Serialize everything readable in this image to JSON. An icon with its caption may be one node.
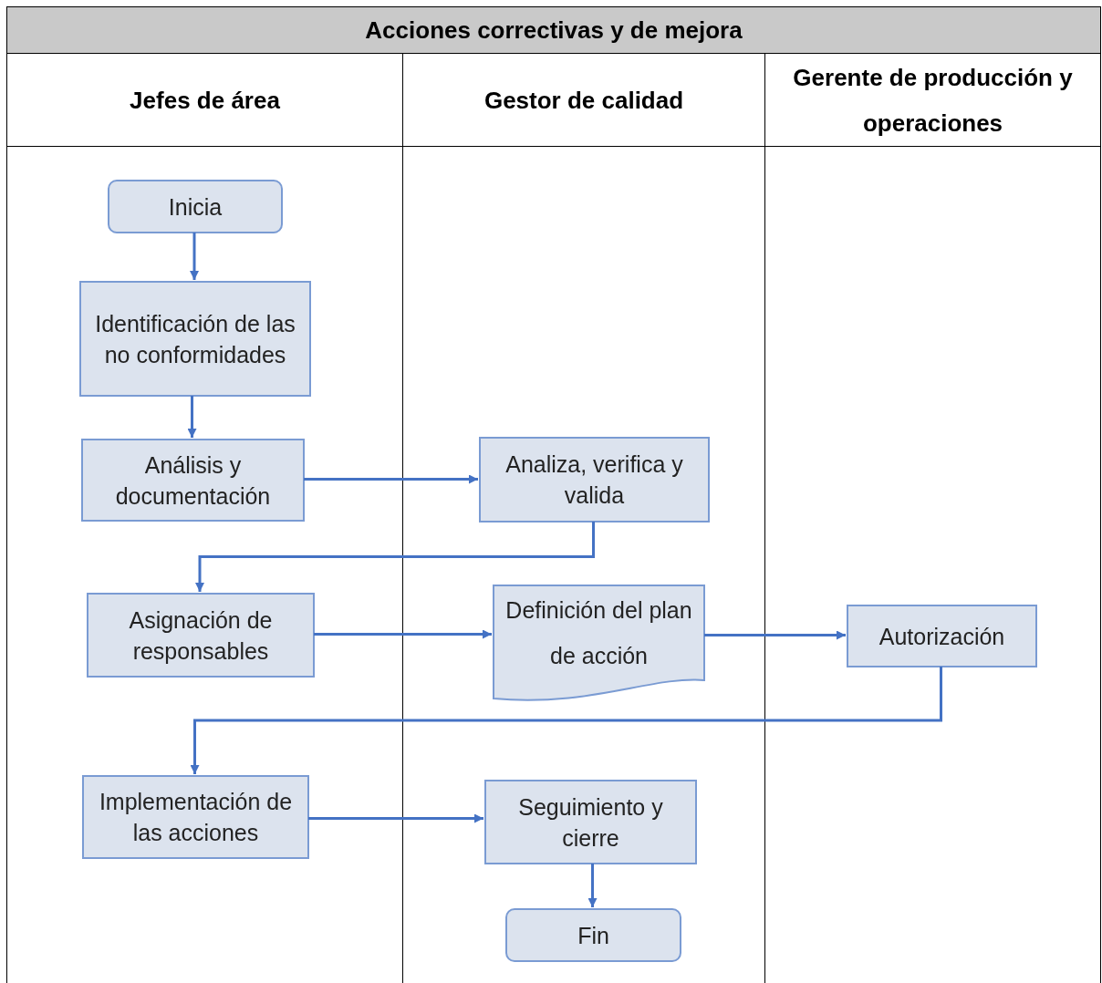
{
  "diagram": {
    "title": "Acciones correctivas y de mejora",
    "nodes": [
      {
        "text": [
          "Jefes de área"
        ]
      },
      {
        "text": [
          "Gestor de calidad"
        ]
      },
      {
        "text": [
          "Gerente de producción y operaciones"
        ]
      },
      {
        "text": [
          "Inicia"
        ],
        "in": 0
      },
      {
        "text": [
          "Identificación de las no conformidades"
        ],
        "in": 0
      },
      {
        "text": [
          "Análisis y documentación"
        ],
        "in": 0
      },
      {
        "text": [
          "Analiza, verifica y valida"
        ],
        "in": 1
      },
      {
        "text": [
          "Asignación de responsables"
        ],
        "in": 0
      },
      {
        "text": [
          "Definición del plan de acción"
        ],
        "in": 1
      },
      {
        "text": [
          "Autorización"
        ],
        "in": 2
      },
      {
        "text": [
          "Implementación de las acciones"
        ],
        "in": 0
      },
      {
        "text": [
          "Seguimiento y cierre"
        ],
        "in": 1
      },
      {
        "text": [
          "Fin"
        ],
        "in": 1
      }
    ],
    "edges": [
      {
        "from": 3,
        "to": 4,
        "arrow": "to"
      },
      {
        "from": 4,
        "to": 5,
        "arrow": "to"
      },
      {
        "from": 5,
        "to": 6,
        "arrow": "to"
      },
      {
        "from": 6,
        "to": 7,
        "arrow": "to"
      },
      {
        "from": 7,
        "to": 8,
        "arrow": "to"
      },
      {
        "from": 8,
        "to": 9,
        "arrow": "to"
      },
      {
        "from": 9,
        "to": 10,
        "arrow": "to"
      },
      {
        "from": 10,
        "to": 11,
        "arrow": "to"
      },
      {
        "from": 11,
        "to": 12,
        "arrow": "to"
      }
    ]
  }
}
